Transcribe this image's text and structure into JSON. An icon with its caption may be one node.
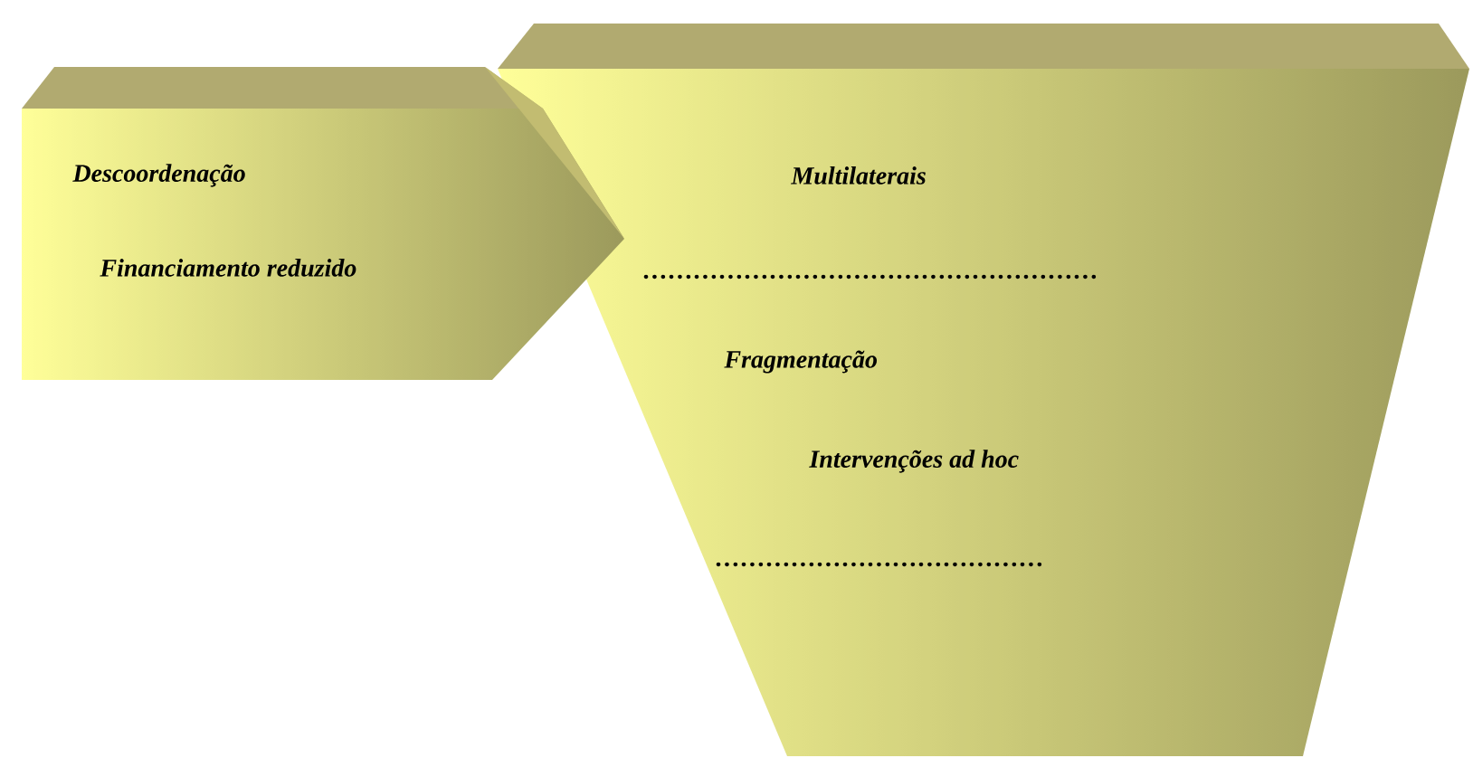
{
  "diagram": {
    "nodes": [
      {
        "text": [
          "Descoordenação",
          "Financiamento reduzido"
        ]
      },
      {
        "text": [
          "Multilaterais",
          "………………………………………………",
          "Fragmentação",
          "Intervenções ad hoc",
          "…………………………………"
        ]
      }
    ]
  }
}
